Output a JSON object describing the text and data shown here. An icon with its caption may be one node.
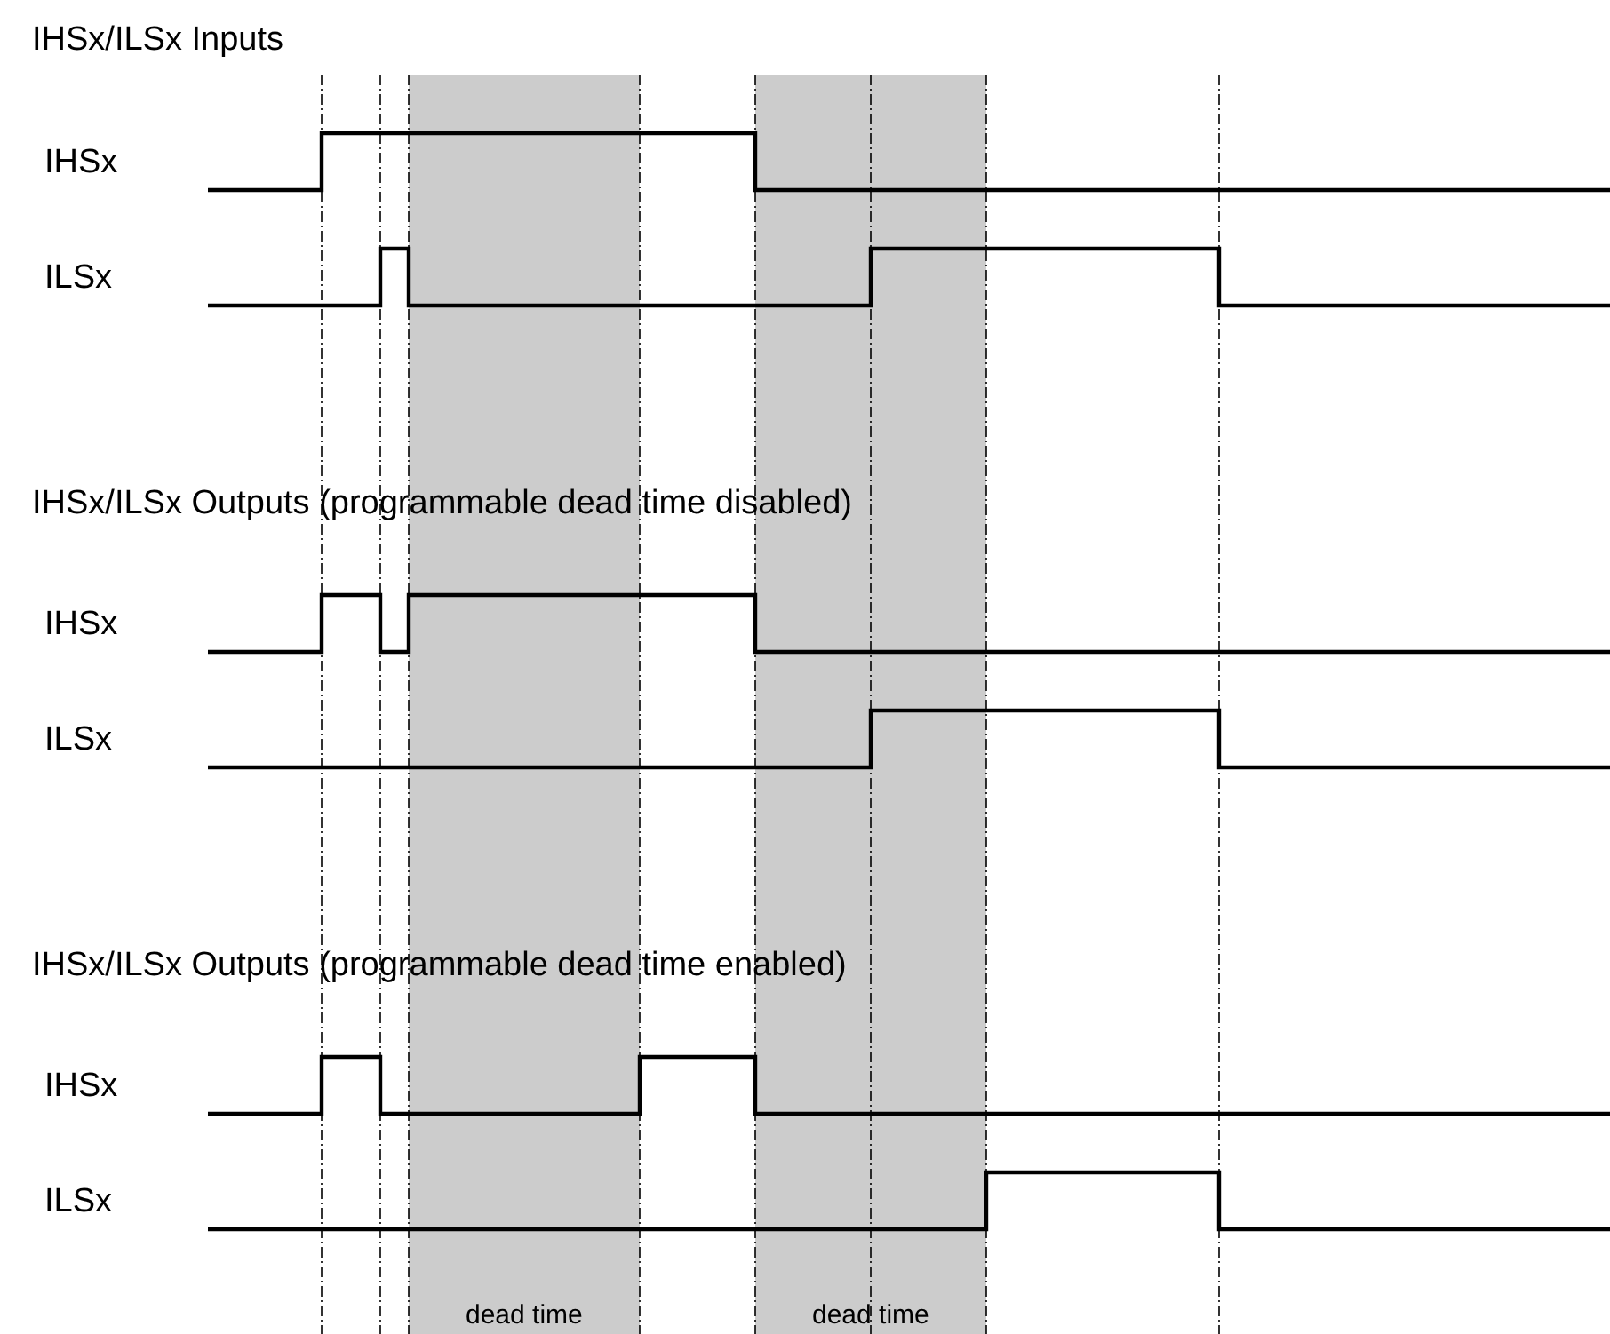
{
  "diagram": {
    "labels": [
      "IHSx/ILSx Inputs",
      "IHSx",
      "ILSx",
      "IHSx/ILSx Outputs (programmable dead time disabled)",
      "IHSx",
      "ILSx",
      "IHSx/ILSx Outputs (programmable dead time enabled)",
      "IHSx",
      "ILSx",
      "dead time",
      "dead time"
    ]
  }
}
